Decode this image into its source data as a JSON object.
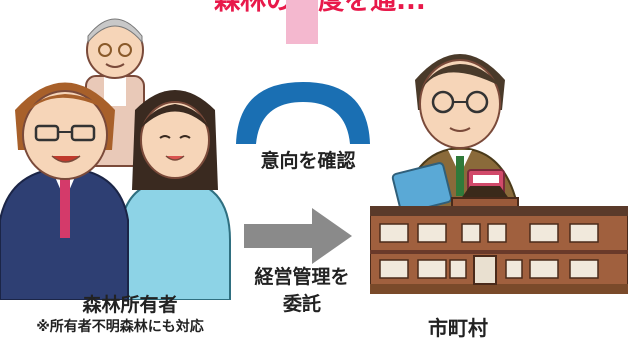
{
  "heading": {
    "title_fragment": "森林の制度を通...",
    "accent_color": "#e8194a",
    "bar_color": "#f4b8cf"
  },
  "people": {
    "group_label": "森林所有者",
    "note": "※所有者不明森林にも対応"
  },
  "flow": {
    "confirm_label": "意向を確認",
    "arc_color": "#1a6fb3",
    "manage_label_line1": "経営管理を",
    "manage_label_line2": "委託",
    "arrow_color": "#8a8a8a"
  },
  "municipality": {
    "label": "市町村"
  }
}
